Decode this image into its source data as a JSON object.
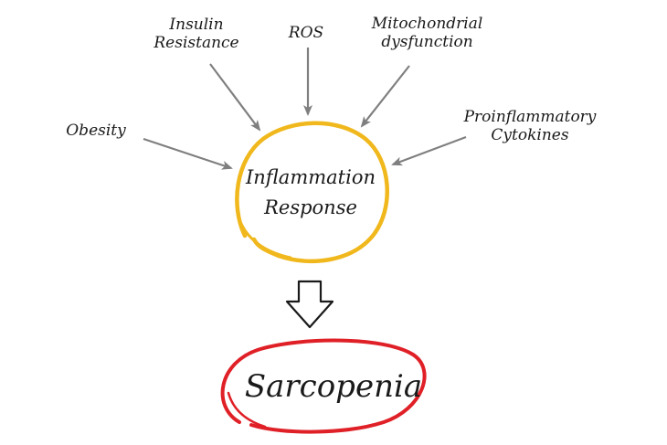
{
  "factors": {
    "insulin_resistance": [
      "Insulin",
      "Resistance"
    ],
    "ros": "ROS",
    "mitochondrial_dysfunction": [
      "Mitochondrial",
      "dysfunction"
    ],
    "proinflammatory_cytokines": [
      "Proinflammatory",
      "Cytokines"
    ],
    "obesity": "Obesity"
  },
  "center": {
    "lines": [
      "Inflammation",
      "Response"
    ]
  },
  "outcome": {
    "label": "Sarcopenia"
  },
  "colors": {
    "center_ring": "#f0b81c",
    "outcome_ring": "#e02027",
    "arrow": "#7f7f7f",
    "text": "#1a1a1a"
  }
}
